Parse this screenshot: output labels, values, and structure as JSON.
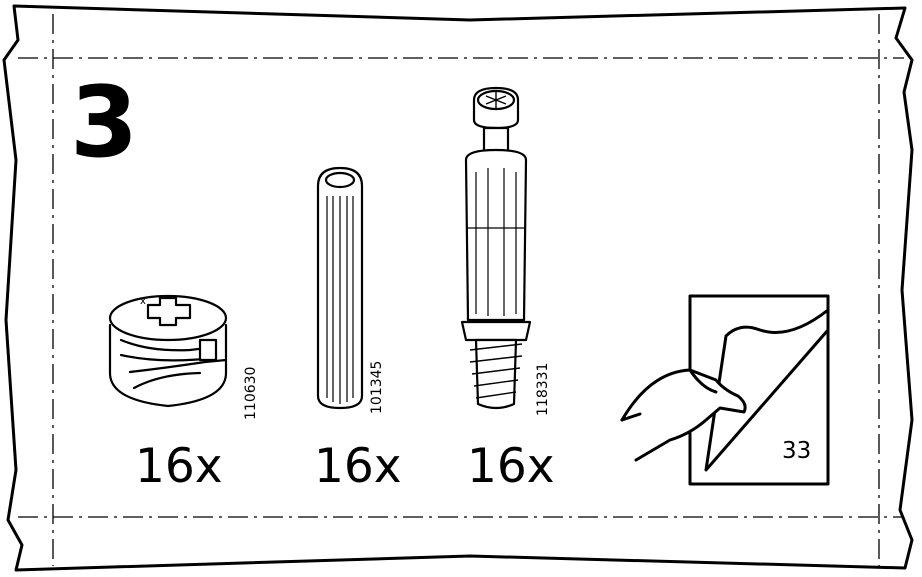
{
  "step_number": "3",
  "parts": [
    {
      "name": "cam-lock-nut",
      "part_number": "110630",
      "quantity": "16x"
    },
    {
      "name": "wooden-dowel",
      "part_number": "101345",
      "quantity": "16x"
    },
    {
      "name": "cam-lock-bolt",
      "part_number": "118331",
      "quantity": "16x"
    }
  ],
  "see_page": "33",
  "colors": {
    "line": "#000000",
    "background": "#ffffff"
  }
}
